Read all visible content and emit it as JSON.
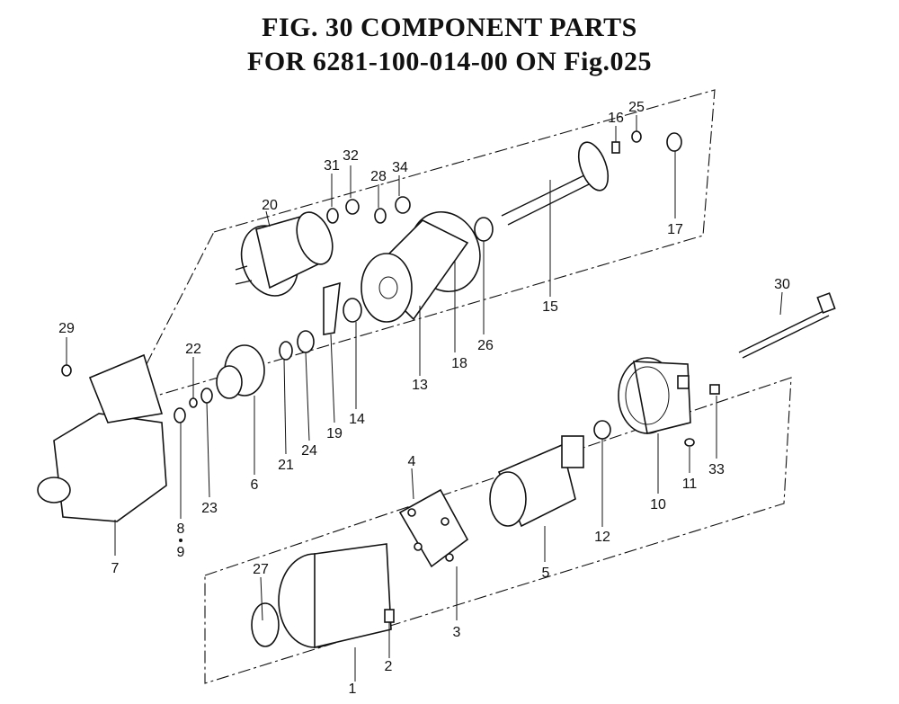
{
  "title_line1": "FIG. 30  COMPONENT PARTS",
  "title_line2": "FOR 6281-100-014-00 ON Fig.025",
  "parts": [
    {
      "id": "p1",
      "num": "1"
    },
    {
      "id": "p2",
      "num": "2"
    },
    {
      "id": "p3",
      "num": "3"
    },
    {
      "id": "p4",
      "num": "4"
    },
    {
      "id": "p5",
      "num": "5"
    },
    {
      "id": "p6",
      "num": "6"
    },
    {
      "id": "p7",
      "num": "7"
    },
    {
      "id": "p8",
      "num": "8"
    },
    {
      "id": "p9",
      "num": "9"
    },
    {
      "id": "p10",
      "num": "10"
    },
    {
      "id": "p11",
      "num": "11"
    },
    {
      "id": "p12",
      "num": "12"
    },
    {
      "id": "p13",
      "num": "13"
    },
    {
      "id": "p14",
      "num": "14"
    },
    {
      "id": "p15",
      "num": "15"
    },
    {
      "id": "p16",
      "num": "16"
    },
    {
      "id": "p17",
      "num": "17"
    },
    {
      "id": "p18",
      "num": "18"
    },
    {
      "id": "p19",
      "num": "19"
    },
    {
      "id": "p20",
      "num": "20"
    },
    {
      "id": "p21",
      "num": "21"
    },
    {
      "id": "p22",
      "num": "22"
    },
    {
      "id": "p23",
      "num": "23"
    },
    {
      "id": "p24",
      "num": "24"
    },
    {
      "id": "p25",
      "num": "25"
    },
    {
      "id": "p26",
      "num": "26"
    },
    {
      "id": "p27",
      "num": "27"
    },
    {
      "id": "p28",
      "num": "28"
    },
    {
      "id": "p29",
      "num": "29"
    },
    {
      "id": "p30",
      "num": "30"
    },
    {
      "id": "p31",
      "num": "31"
    },
    {
      "id": "p32",
      "num": "32"
    },
    {
      "id": "p33",
      "num": "33"
    },
    {
      "id": "p34",
      "num": "34"
    }
  ]
}
